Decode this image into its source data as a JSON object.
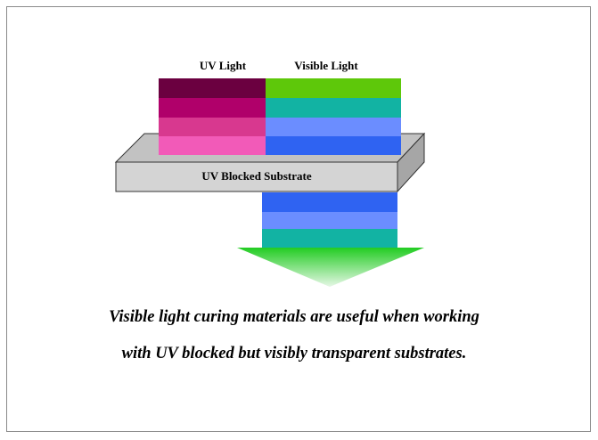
{
  "diagram": {
    "label_uv": "UV Light",
    "label_visible": "Visible Light",
    "substrate_label": "UV Blocked Substrate",
    "uv_band_colors": [
      "#6b0040",
      "#b0006a",
      "#d8388f",
      "#f25ab8"
    ],
    "visible_band_colors": [
      "#5ec80a",
      "#12b3a3",
      "#6b8dff",
      "#2f63f2"
    ],
    "transmitted_band_colors": [
      "#2f63f2",
      "#6b8dff",
      "#12b3a3",
      "#12b3a3"
    ],
    "substrate_front_color": "#d4d4d4",
    "substrate_top_color": "#c2c2c2",
    "substrate_side_color": "#a6a6a6",
    "arrow_color": "#22cc22"
  },
  "caption": {
    "line1": "Visible light curing materials are useful when working",
    "line2": "with UV blocked but visibly transparent substrates."
  }
}
